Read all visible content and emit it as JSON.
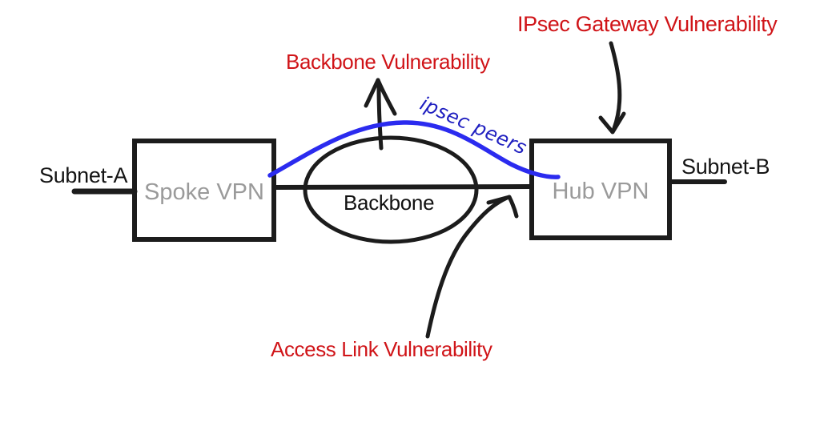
{
  "colors": {
    "stroke_black": "#1c1c1c",
    "vulnerability_red": "#d01418",
    "tunnel_blue": "#2b2bef",
    "tunnel_text_blue": "#1f1fc0",
    "box_label_gray": "#9a9a9a"
  },
  "nodes": {
    "subnet_a": "Subnet-A",
    "spoke_vpn": "Spoke VPN",
    "backbone": "Backbone",
    "hub_vpn": "Hub VPN",
    "subnet_b": "Subnet-B"
  },
  "annotations": {
    "backbone_vulnerability": "Backbone Vulnerability",
    "ipsec_gateway_vulnerability": "IPsec Gateway Vulnerability",
    "access_link_vulnerability": "Access Link Vulnerability",
    "ipsec_peers": "ipsec peers"
  }
}
